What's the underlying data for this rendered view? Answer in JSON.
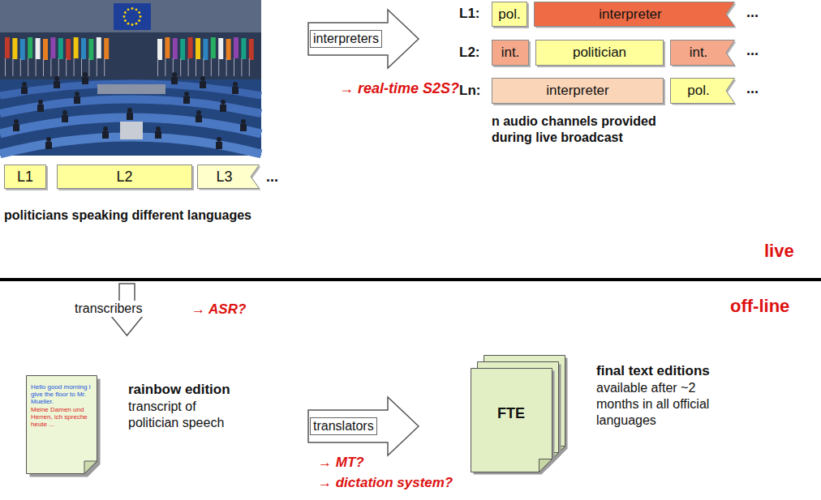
{
  "diagram": {
    "nodes": [
      {
        "text": [
          "L1"
        ]
      },
      {
        "text": [
          "L2"
        ]
      },
      {
        "text": [
          "L3"
        ]
      },
      {
        "text": [
          "interpreters"
        ]
      },
      {
        "text": [
          "pol."
        ]
      },
      {
        "text": [
          "interpreter"
        ]
      },
      {
        "text": [
          "int."
        ]
      },
      {
        "text": [
          "politician"
        ]
      },
      {
        "text": [
          "int."
        ]
      },
      {
        "text": [
          "interpreter"
        ]
      },
      {
        "text": [
          "pol."
        ]
      },
      {
        "text": [
          "Hello good morning I give the floor to Mr. Mueller.",
          "Meine Damen und Herren, ich spreche heute ..."
        ]
      },
      {
        "text": [
          "translators"
        ]
      },
      {
        "text": [
          "FTE"
        ]
      }
    ],
    "labels": [
      "...",
      "politicians speaking different languages",
      "→ real-time S2S?",
      "L1:",
      "...",
      "L2:",
      "...",
      "Ln:",
      "...",
      "n audio channels provided during live broadcast",
      "live",
      "off-line",
      "transcribers",
      "→ ASR?",
      "rainbow edition",
      "transcript of politician speech",
      "→ MT?",
      "→ dictation system?",
      "final text editions",
      "available after ~2 months in all official languages"
    ]
  }
}
